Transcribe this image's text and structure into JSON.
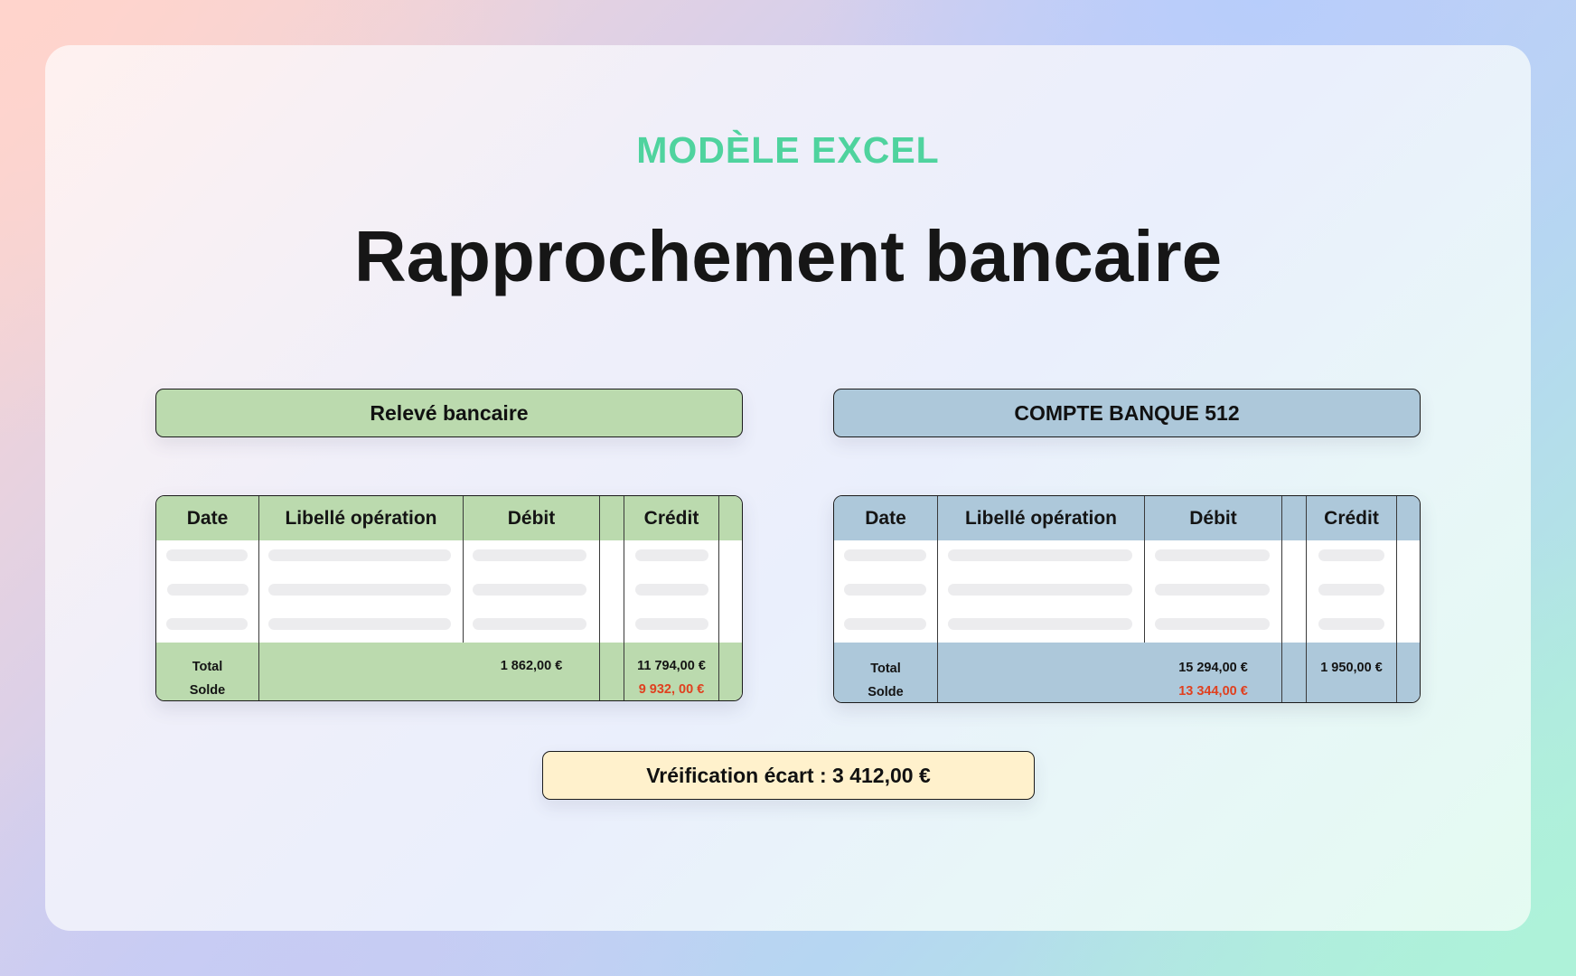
{
  "eyebrow": "MODÈLE EXCEL",
  "title": "Rapprochement bancaire",
  "colors": {
    "accent_green_text": "#4fd39e",
    "bank_statement_fill": "#bbdaae",
    "account_512_fill": "#adc8da",
    "verification_fill": "#fff1cc",
    "negative_value": "#e0401f"
  },
  "bank_statement": {
    "heading": "Relevé bancaire",
    "columns": [
      "Date",
      "Libellé opération",
      "Débit",
      "Crédit"
    ],
    "row_count_placeholder": 3,
    "footer": {
      "total_label": "Total",
      "solde_label": "Solde",
      "total_debit": "1 862,00 €",
      "total_credit": "11 794,00 €",
      "solde_credit": "9 932, 00 €"
    }
  },
  "account_512": {
    "heading": "COMPTE BANQUE 512",
    "columns": [
      "Date",
      "Libellé opération",
      "Débit",
      "Crédit"
    ],
    "row_count_placeholder": 3,
    "footer": {
      "total_label": "Total",
      "solde_label": "Solde",
      "total_debit": "15 294,00 €",
      "total_credit": "1 950,00 €",
      "solde_debit": "13 344,00 €"
    }
  },
  "verification": {
    "label": "Vréification écart : 3 412,00 €"
  }
}
